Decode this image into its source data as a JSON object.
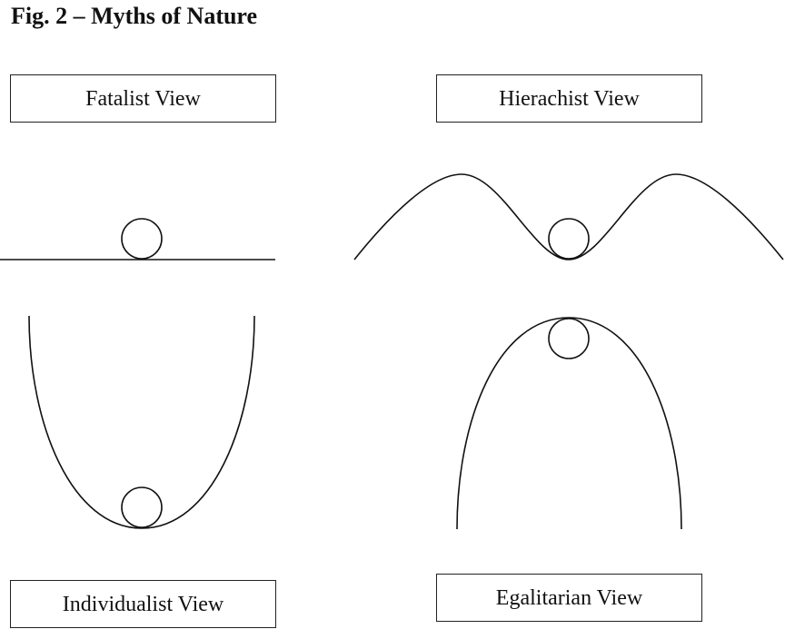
{
  "figure": {
    "title": "Fig. 2 – Myths of Nature"
  },
  "views": {
    "fatalist": {
      "label": "Fatalist View"
    },
    "hierachist": {
      "label": "Hierachist View"
    },
    "individualist": {
      "label": "Individualist View"
    },
    "egalitarian": {
      "label": "Egalitarian View"
    }
  },
  "colors": {
    "line": "#111111",
    "background": "#ffffff"
  }
}
